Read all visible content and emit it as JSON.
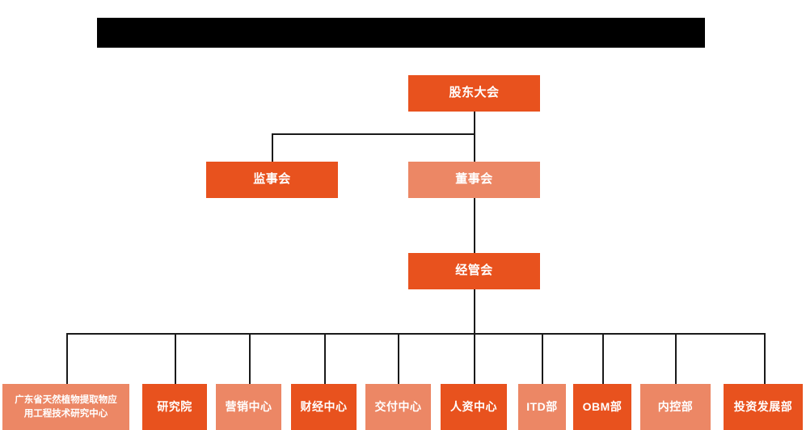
{
  "page": {
    "title_bar": {
      "redacted": true,
      "label": "redacted-title-bar"
    },
    "background_color": "#FFFFFF"
  },
  "colors": {
    "dark_orange": "#E8521E",
    "light_orange": "#EC8765",
    "connector": "#1A1A1A",
    "text": "#FFFFFF",
    "redaction": "#000000"
  },
  "chart_data": {
    "type": "diagram",
    "diagram_type": "organization-chart",
    "title": "",
    "levels": [
      {
        "level": 1,
        "nodes": [
          {
            "id": "shareholders",
            "label": "股东大会",
            "color": "dark"
          }
        ]
      },
      {
        "level": 2,
        "nodes": [
          {
            "id": "supervisors",
            "label": "监事会",
            "color": "dark"
          },
          {
            "id": "directors",
            "label": "董事会",
            "color": "light"
          }
        ]
      },
      {
        "level": 3,
        "nodes": [
          {
            "id": "management",
            "label": "经管会",
            "color": "dark"
          }
        ]
      },
      {
        "level": 4,
        "nodes": [
          {
            "id": "research-center",
            "label": "广东省天然植物提取物应用工程技术研究中心",
            "line1": "广东省天然植物提取物应",
            "line2": "用工程技术研究中心",
            "color": "light"
          },
          {
            "id": "research-institute",
            "label": "研究院",
            "color": "dark"
          },
          {
            "id": "marketing-center",
            "label": "营销中心",
            "color": "light"
          },
          {
            "id": "finance-center",
            "label": "财经中心",
            "color": "dark"
          },
          {
            "id": "delivery-center",
            "label": "交付中心",
            "color": "light"
          },
          {
            "id": "hr-center",
            "label": "人资中心",
            "color": "dark"
          },
          {
            "id": "itd-dept",
            "label": "ITD部",
            "color": "light"
          },
          {
            "id": "obm-dept",
            "label": "OBM部",
            "color": "dark"
          },
          {
            "id": "internal-control-dept",
            "label": "内控部",
            "color": "light"
          },
          {
            "id": "investment-development-dept",
            "label": "投资发展部",
            "color": "dark"
          }
        ]
      }
    ],
    "edges": [
      {
        "from": "shareholders",
        "to": "supervisors"
      },
      {
        "from": "shareholders",
        "to": "directors"
      },
      {
        "from": "directors",
        "to": "management"
      },
      {
        "from": "management",
        "to": "research-center"
      },
      {
        "from": "management",
        "to": "research-institute"
      },
      {
        "from": "management",
        "to": "marketing-center"
      },
      {
        "from": "management",
        "to": "finance-center"
      },
      {
        "from": "management",
        "to": "delivery-center"
      },
      {
        "from": "management",
        "to": "hr-center"
      },
      {
        "from": "management",
        "to": "itd-dept"
      },
      {
        "from": "management",
        "to": "obm-dept"
      },
      {
        "from": "management",
        "to": "internal-control-dept"
      },
      {
        "from": "management",
        "to": "investment-development-dept"
      }
    ]
  }
}
